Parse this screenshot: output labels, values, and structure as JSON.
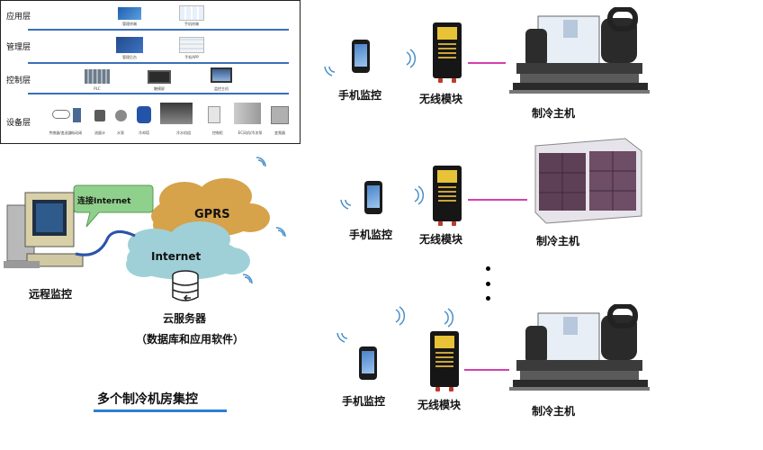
{
  "layers": {
    "app": {
      "label": "应用层",
      "captions": [
        "管理终端",
        "手机终端"
      ]
    },
    "mgmt": {
      "label": "管理层",
      "captions": [
        "管理后台",
        "手机APP"
      ]
    },
    "ctrl": {
      "label": "控制层",
      "captions": [
        "PLC",
        "触摸屏",
        "监控主机"
      ]
    },
    "device": {
      "label": "设备层",
      "captions": [
        "传感器/变送器",
        "电动阀",
        "流量计",
        "水泵",
        "冷却塔",
        "冷水机组",
        "控制柜",
        "EC风机/冷冻泵",
        "变频器"
      ]
    }
  },
  "remote": {
    "connect_label": "连接Internet",
    "gprs_label": "GPRS",
    "internet_label": "Internet",
    "remote_label": "远程监控",
    "server_label": "云服务器",
    "server_sub": "（数据库和应用软件）"
  },
  "rows": [
    {
      "phone_label": "手机监控",
      "module_label": "无线模块",
      "chiller_label": "制冷主机"
    },
    {
      "phone_label": "手机监控",
      "module_label": "无线模块",
      "chiller_label": "制冷主机"
    },
    {
      "phone_label": "手机监控",
      "module_label": "无线模块",
      "chiller_label": "制冷主机"
    }
  ],
  "title": "多个制冷机房集控",
  "colors": {
    "accent": "#2d7fd3",
    "link": "#d43fae",
    "cloud": "#d6a24a",
    "internet_cloud": "#9fd0d8",
    "speech": "#8fd08c"
  }
}
